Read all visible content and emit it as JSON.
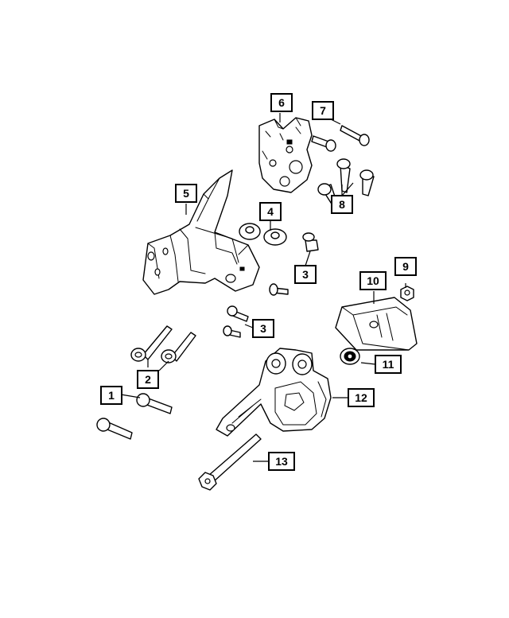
{
  "callouts": [
    {
      "label": "1"
    },
    {
      "label": "2"
    },
    {
      "label": "3"
    },
    {
      "label": "3"
    },
    {
      "label": "4"
    },
    {
      "label": "5"
    },
    {
      "label": "6"
    },
    {
      "label": "7"
    },
    {
      "label": "8"
    },
    {
      "label": "9"
    },
    {
      "label": "10"
    },
    {
      "label": "11"
    },
    {
      "label": "12"
    },
    {
      "label": "13"
    }
  ]
}
